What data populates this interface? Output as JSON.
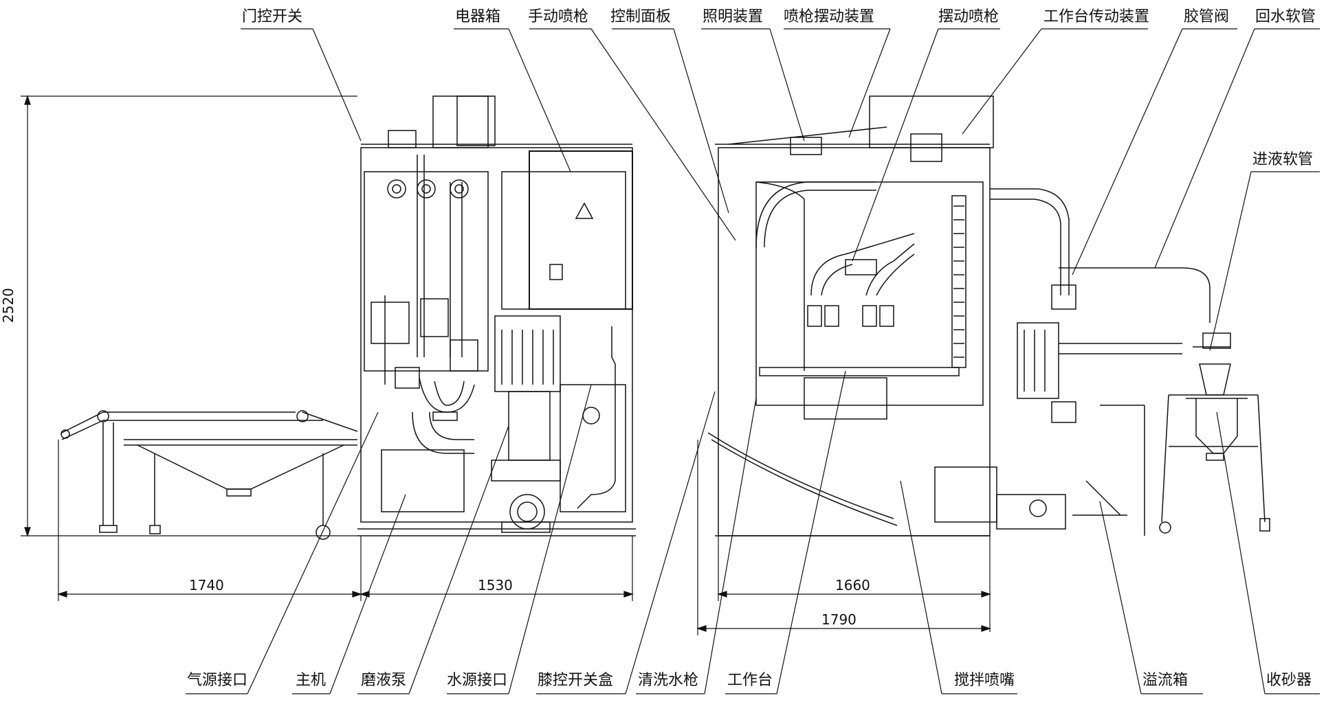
{
  "labels_top": {
    "door_switch": "门控开关",
    "electrical_box": "电器箱",
    "manual_spray_gun": "手动喷枪",
    "control_panel": "控制面板",
    "lighting": "照明装置",
    "gun_swing_device": "喷枪摆动装置",
    "swing_spray_gun": "摆动喷枪",
    "table_drive": "工作台传动装置",
    "hose_valve": "胶管阀",
    "return_hose": "回水软管",
    "inlet_hose": "进液软管"
  },
  "labels_bottom": {
    "air_inlet": "气源接口",
    "main_unit": "主机",
    "slurry_pump": "磨液泵",
    "water_inlet": "水源接口",
    "knee_switch_box": "膝控开关盒",
    "wash_gun": "清洗水枪",
    "worktable": "工作台",
    "mixing_nozzle": "搅拌喷嘴",
    "overflow_tank": "溢流箱",
    "sand_collector": "收砂器"
  },
  "dimensions": {
    "height": "2520",
    "conveyor_length": "1740",
    "main_width": "1530",
    "side_width_inner": "1660",
    "side_width_outer": "1790"
  }
}
